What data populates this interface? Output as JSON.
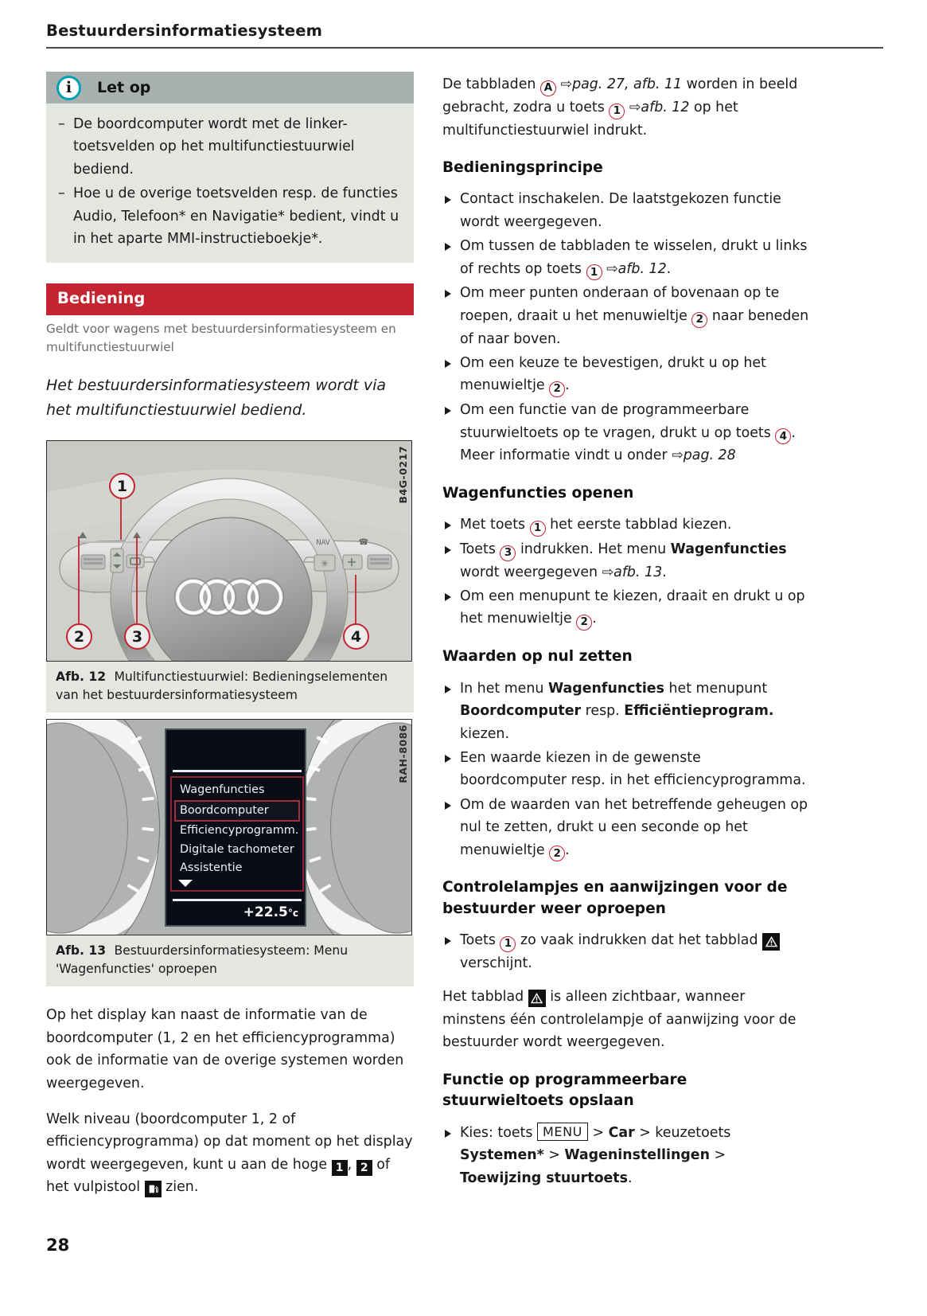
{
  "running_head": "Bestuurdersinformatiesysteem",
  "page_number": "28",
  "note": {
    "icon": "info-icon",
    "title": "Let op",
    "items": [
      "De boordcomputer wordt met de linker-toetsvelden op het multifunctiestuurwiel bediend.",
      "Hoe u de overige toetsvelden resp. de functies Audio, Telefoon* en Navigatie* bedient, vindt u in het aparte MMI-instructieboekje*."
    ]
  },
  "section": {
    "title": "Bediening",
    "applies_to": "Geldt voor wagens met bestuurdersinformatiesysteem en multifunctiestuurwiel",
    "lead": "Het bestuurdersinformatiesysteem wordt via het multifunctiestuurwiel bediend."
  },
  "figures": [
    {
      "code": "B4G-0217",
      "number": "Afb. 12",
      "caption": "Multifunctiestuurwiel: Bedieningselementen van het bestuurdersinformatiesysteem",
      "callouts": [
        "1",
        "2",
        "3",
        "4"
      ],
      "brand": "audi-rings-logo"
    },
    {
      "code": "RAH-8086",
      "number": "Afb. 13",
      "caption": "Bestuurdersinformatiesysteem: Menu 'Wagenfuncties' oproepen",
      "screen": {
        "menu_items": [
          "Wagenfuncties",
          "Boordcomputer",
          "Efficiencyprogramm.",
          "Digitale tachometer",
          "Assistentie"
        ],
        "selected_item": "Boordcomputer",
        "scroll_indicator": "down-arrow-icon",
        "temperature": "+22.5",
        "temperature_unit": "°c"
      }
    }
  ],
  "left_paragraphs": [
    "Op het display kan naast de informatie van de boordcomputer (1, 2 en het efficiencyprogramma) ook de informatie van de overige systemen worden weergegeven."
  ],
  "left_last_paragraph": {
    "part1": "Welk niveau (boordcomputer 1, 2 of efficiencyprogramma) op dat moment op het display wordt weergegeven, kunt u aan de hoge ",
    "badge1": "1",
    "mid": ", ",
    "badge2": "2",
    "part2": " of het vulpistool ",
    "fuel_icon": "fuel-pump-icon",
    "part3": " zien."
  },
  "right": {
    "intro": {
      "t1": "De tabbladen ",
      "circleA": "A",
      "t2": " ",
      "arrow": "⇨",
      "ref1": "pag. 27, afb. 11",
      "t3": " worden in beeld gebracht, zodra u toets ",
      "circle1": "1",
      "ref2": "afb. 12",
      "t4": " op het multifunctiestuurwiel indrukt."
    },
    "sections": [
      {
        "heading": "Bedieningsprincipe",
        "bullets": [
          {
            "text": "Contact inschakelen. De laatstgekozen functie wordt weergegeven."
          },
          {
            "pre": "Om tussen de tabbladen te wisselen, drukt u links of rechts op toets ",
            "circle": "1",
            "arrow": "⇨",
            "ref": "afb. 12",
            "post": "."
          },
          {
            "pre": "Om meer punten onderaan of bovenaan op te roepen, draait u het menuwieltje ",
            "circle": "2",
            "post": " naar beneden of naar boven."
          },
          {
            "pre": "Om een keuze te bevestigen, drukt u op het menuwieltje ",
            "circle": "2",
            "post": "."
          },
          {
            "pre": "Om een functie van de programmeerbare stuurwieltoets op te vragen, drukt u op toets ",
            "circle": "4",
            "post": ". Meer informatie vindt u onder ",
            "arrow": "⇨",
            "ref": "pag. 28"
          }
        ]
      },
      {
        "heading": "Wagenfuncties openen",
        "bullets": [
          {
            "pre": "Met toets ",
            "circle": "1",
            "post": " het eerste tabblad kiezen."
          },
          {
            "pre": "Toets ",
            "circle": "3",
            "post": " indrukken. Het menu ",
            "bold": "Wagenfuncties",
            "post2": " wordt weergegeven ",
            "arrow": "⇨",
            "ref": "afb. 13",
            "post3": "."
          },
          {
            "pre": "Om een menupunt te kiezen, draait en drukt u op het menuwieltje ",
            "circle": "2",
            "post": "."
          }
        ]
      },
      {
        "heading": "Waarden op nul zetten",
        "bullets": [
          {
            "pre": "In het menu ",
            "bold": "Wagenfuncties",
            "post": " het menupunt ",
            "bold2": "Boordcomputer",
            "post2": " resp. ",
            "bold3": "Efficiëntieprogram.",
            "post3": " kiezen."
          },
          {
            "text": "Een waarde kiezen in de gewenste boordcomputer resp. in het efficiencyprogramma."
          },
          {
            "pre": "Om de waarden van het betreffende geheugen op nul te zetten, drukt u een seconde op het menuwieltje ",
            "circle": "2",
            "post": "."
          }
        ]
      },
      {
        "heading": "Controlelampjes en aanwijzingen voor de bestuurder weer oproepen",
        "bullets": [
          {
            "pre": "Toets ",
            "circle": "1",
            "post": " zo vaak indrukken dat het tabblad ",
            "warn": "warning-triangle-icon",
            "post2": " verschijnt."
          }
        ],
        "paragraph": {
          "p1": "Het tabblad ",
          "warn": "warning-triangle-icon",
          "p2": " is alleen zichtbaar, wanneer minstens één controlelampje of aanwijzing voor de bestuurder wordt weergegeven."
        }
      },
      {
        "heading": "Functie op programmeerbare stuurwieltoets opslaan",
        "bullets": [
          {
            "pre": "Kies: toets ",
            "key": "MENU",
            "sep1": " > ",
            "bold": "Car",
            "sep2": " > keuzetoets ",
            "bold2": "Systemen*",
            "sep3": " > ",
            "bold3": "Wageninstellingen",
            "sep4": " > ",
            "bold4": "Toewijzing stuurtoets",
            "post": "."
          }
        ]
      }
    ]
  }
}
